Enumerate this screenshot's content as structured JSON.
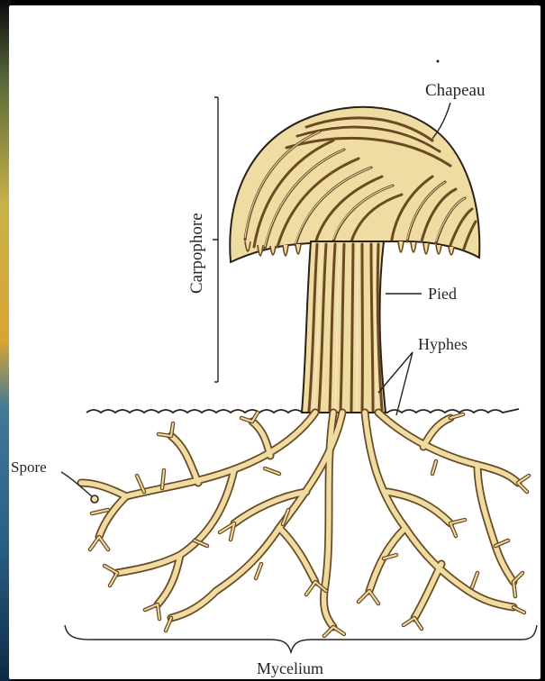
{
  "labels": {
    "chapeau": "Chapeau",
    "carpophore": "Carpophore",
    "pied": "Pied",
    "hyphes": "Hyphes",
    "spore": "Spore",
    "mycelium": "Mycelium"
  },
  "colors": {
    "hypha_fill": "#efdca2",
    "hypha_stroke": "#6b4a22",
    "ink": "#2a2420",
    "paper": "#ffffff"
  }
}
